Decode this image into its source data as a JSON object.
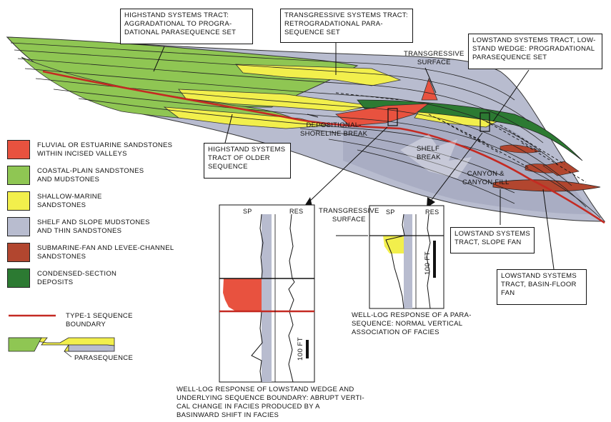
{
  "callouts": {
    "highstand": [
      "HIGHSTAND SYSTEMS TRACT:",
      "AGGRADATIONAL TO PROGRA-",
      "DATIONAL PARASEQUENCE SET"
    ],
    "transgressive": [
      "TRANSGRESSIVE SYSTEMS TRACT:",
      "RETROGRADATIONAL PARA-",
      "SEQUENCE SET"
    ],
    "lowstand_wedge": [
      "LOWSTAND SYSTEMS TRACT, LOW-",
      "STAND WEDGE: PROGRADATIONAL",
      "PARASEQUENCE SET"
    ],
    "highstand_older": [
      "HIGHSTAND SYSTEMS",
      "TRACT OF OLDER",
      "SEQUENCE"
    ],
    "slope_fan": [
      "LOWSTAND SYSTEMS",
      "TRACT, SLOPE FAN"
    ],
    "basin_floor_fan": [
      "LOWSTAND SYSTEMS",
      "TRACT, BASIN-FLOOR",
      "FAN"
    ]
  },
  "labels": {
    "transgressive_surface_top": [
      "TRANSGRESSIVE",
      "SURFACE"
    ],
    "depositional_shoreline_break": [
      "DEPOSITIONAL-",
      "SHORELINE BREAK"
    ],
    "shelf_break": [
      "SHELF",
      "BREAK"
    ],
    "canyon_fill": [
      "CANYON &",
      "CANYON FILL"
    ],
    "transgressive_surface_log": [
      "TRANSGRESSIVE",
      "SURFACE"
    ]
  },
  "legend": [
    {
      "lines": [
        "FLUVIAL OR ESTUARINE SANDSTONES",
        "WITHIN INCISED VALLEYS"
      ],
      "color": "#e8523f"
    },
    {
      "lines": [
        "COASTAL-PLAIN SANDSTONES",
        "AND MUDSTONES"
      ],
      "color": "#8fc653"
    },
    {
      "lines": [
        "SHALLOW-MARINE",
        "SANDSTONES"
      ],
      "color": "#f2ef4c"
    },
    {
      "lines": [
        "SHELF AND SLOPE MUDSTONES",
        "AND THIN SANDSTONES"
      ],
      "color": "#b8bccf"
    },
    {
      "lines": [
        "SUBMARINE-FAN AND LEVEE-CHANNEL",
        "SANDSTONES"
      ],
      "color": "#b2462f"
    },
    {
      "lines": [
        "CONDENSED-SECTION",
        "DEPOSITS"
      ],
      "color": "#2c7a32"
    }
  ],
  "legend_extra": {
    "sequence_boundary": [
      "TYPE-1 SEQUENCE",
      "BOUNDARY"
    ],
    "sequence_boundary_color": "#c42a22",
    "parasequence": "PARASEQUENCE"
  },
  "log_left": {
    "sp": "SP",
    "res": "RES",
    "scale": "100 FT",
    "caption": [
      "WELL-LOG RESPONSE OF LOWSTAND WEDGE AND",
      "UNDERLYING SEQUENCE BOUNDARY:  ABRUPT VERTI-",
      "CAL CHANGE IN FACIES PRODUCED BY A",
      "BASINWARD SHIFT IN FACIES"
    ]
  },
  "log_right": {
    "sp": "SP",
    "res": "RES",
    "scale": "100 FT",
    "caption": [
      "WELL-LOG RESPONSE OF A PARA-",
      "SEQUENCE:  NORMAL VERTICAL",
      "ASSOCIATION OF FACIES"
    ]
  },
  "colors": {
    "coastal": "#8fc653",
    "shallow": "#f2ef4c",
    "shelf": "#b8bccf",
    "shelf_dark": "#9ea3bb",
    "fluvial": "#e8523f",
    "fan": "#b2462f",
    "condensed": "#2c7a32",
    "boundary": "#c42a22"
  }
}
